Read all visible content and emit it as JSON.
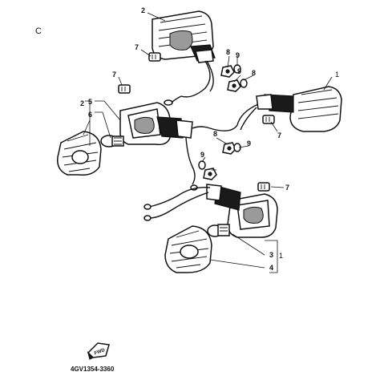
{
  "callouts": {
    "c1a": "1",
    "c1b": "1",
    "c2a": "2",
    "c2b": "2",
    "c3": "3",
    "c4": "4",
    "c5": "5",
    "c6": "6",
    "c7a": "7",
    "c7b": "7",
    "c7c": "7",
    "c7d": "7",
    "c8a": "8",
    "c8b": "8",
    "c8c": "8",
    "c9a": "9",
    "c9b": "9",
    "c9c": "9",
    "c9d": "9"
  },
  "front_badge": "FWD",
  "figure_code": "4GV1354-3360",
  "scan_mark": "C"
}
